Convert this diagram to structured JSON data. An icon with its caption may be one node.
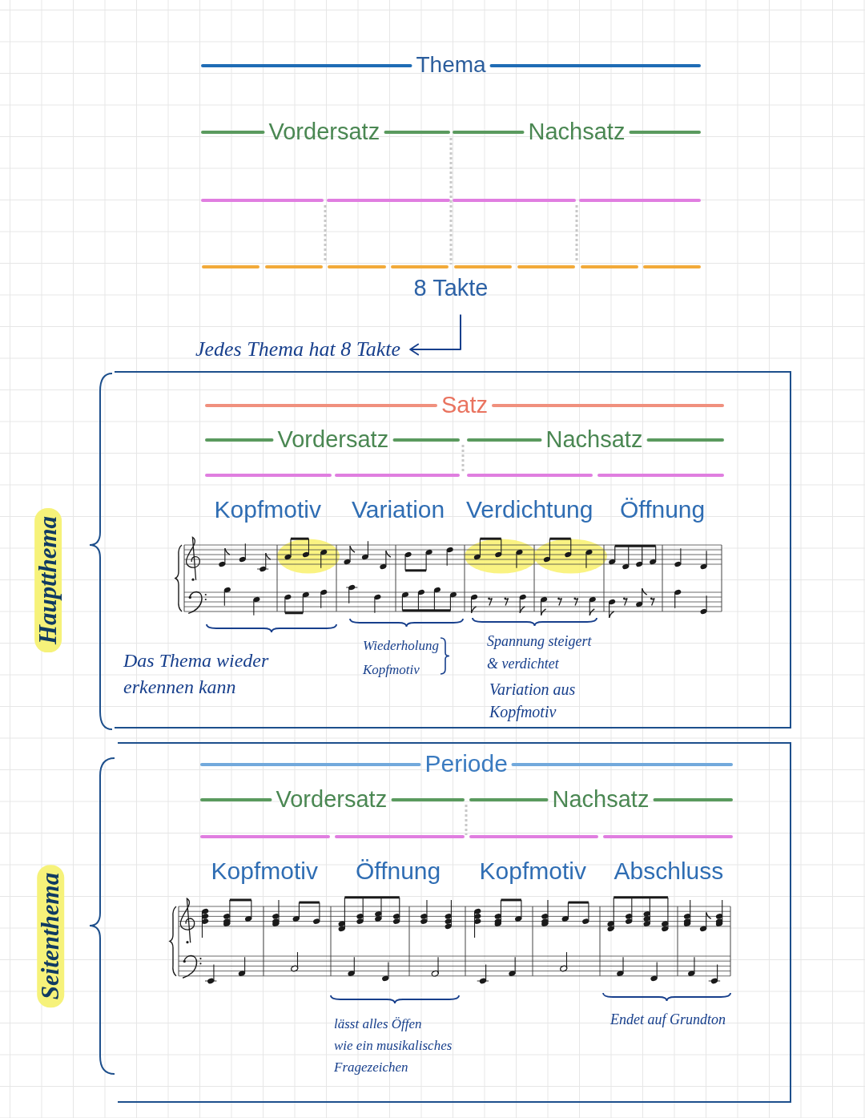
{
  "diagram": {
    "nodes": [
      {
        "text": [
          "8 Takte"
        ]
      },
      {
        "text": [
          "Jedes Thema hat 8 Takte"
        ]
      },
      {
        "text": [
          "Satz",
          "Vordersatz",
          "Nachsatz",
          "Kopfmotiv",
          "Variation",
          "Verdichtung",
          "Öffnung",
          "Das Thema wieder erkennen kann",
          "Wiederholung Kopfmotiv",
          "Spannung steigert & verdichtet",
          "Variation aus Kopfmotiv"
        ],
        "beside": [
          "Hauptthema"
        ]
      },
      {
        "text": [
          "Periode",
          "Vordersatz",
          "Nachsatz",
          "Kopfmotiv",
          "Öffnung",
          "Kopfmotiv",
          "Abschluss",
          "lässt alles Öffen wie ein musikalisches Fragezeichen",
          "Endet auf Grundton"
        ],
        "beside": [
          "Seitenthema"
        ]
      }
    ],
    "edges": [
      {
        "from": 0,
        "to": 1,
        "arrow": "to"
      }
    ],
    "labels": [
      "Thema",
      "Vordersatz",
      "Nachsatz"
    ]
  }
}
